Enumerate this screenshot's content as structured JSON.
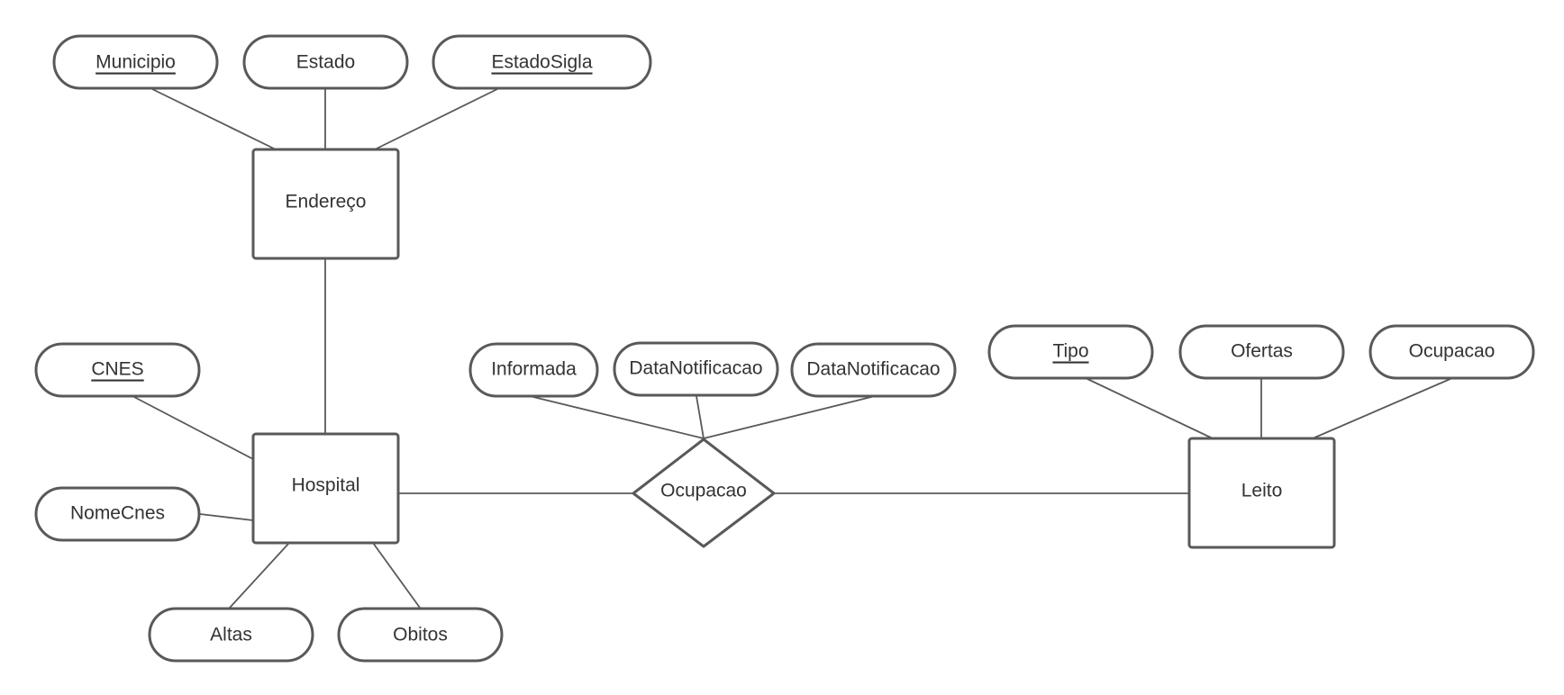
{
  "entities": {
    "endereco": "Endereço",
    "hospital": "Hospital",
    "leito": "Leito"
  },
  "relationships": {
    "ocupacao": "Ocupacao"
  },
  "attributes": {
    "municipio": "Municipio",
    "estado": "Estado",
    "estado_sigla": "EstadoSigla",
    "cnes": "CNES",
    "nome_cnes": "NomeCnes",
    "altas": "Altas",
    "obitos": "Obitos",
    "informada": "Informada",
    "data_notificacao_1": "DataNotificacao",
    "data_notificacao_2": "DataNotificacao",
    "tipo": "Tipo",
    "ofertas": "Ofertas",
    "leito_ocupacao": "Ocupacao"
  },
  "key_attributes": [
    "Municipio",
    "EstadoSigla",
    "CNES",
    "Tipo"
  ]
}
